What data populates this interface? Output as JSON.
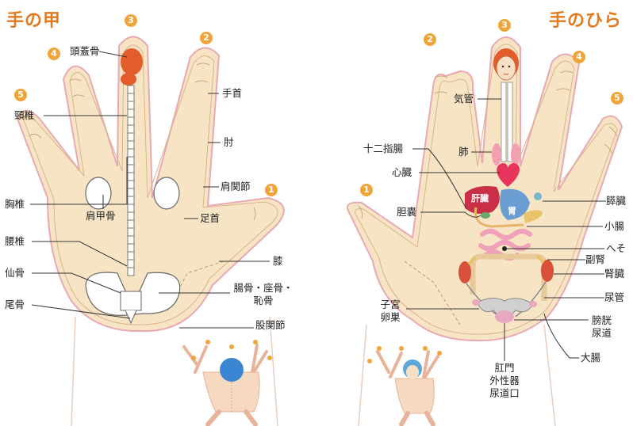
{
  "titles": {
    "back": "手の甲",
    "palm": "手のひら"
  },
  "finger_numbers": [
    "1",
    "2",
    "3",
    "4",
    "5"
  ],
  "back_labels": {
    "skull": "頭蓋骨",
    "neck": "頸椎",
    "wrist": "手首",
    "elbow": "肘",
    "shoulder_joint": "肩関節",
    "ankle": "足首",
    "thoracic": "胸椎",
    "scapula": "肩甲骨",
    "lumbar": "腰椎",
    "knee": "膝",
    "sacrum": "仙骨",
    "pelvis_line1": "腸骨・座骨・",
    "pelvis_line2": "恥骨",
    "coccyx": "尾骨",
    "hip_joint": "股関節"
  },
  "palm_labels": {
    "trachea": "気管",
    "lungs": "肺",
    "duodenum": "十二指腸",
    "heart": "心臓",
    "liver": "肝臓",
    "stomach": "胃",
    "gallbladder": "胆嚢",
    "pancreas": "膵臓",
    "small_intestine": "小腸",
    "navel": "へそ",
    "adrenal": "副腎",
    "kidney": "腎臓",
    "ureter": "尿管",
    "uterus_line1": "子宮",
    "uterus_line2": "卵巣",
    "bladder": "膀胱",
    "urethra": "尿道",
    "large_intestine": "大腸",
    "bottom_line1": "肛門",
    "bottom_line2": "外性器",
    "bottom_line3": "尿道口"
  },
  "colors": {
    "skin": "#f7e4c4",
    "outline": "#e9a9b4",
    "badge": "#f0a43a",
    "title": "#e07a1f"
  }
}
